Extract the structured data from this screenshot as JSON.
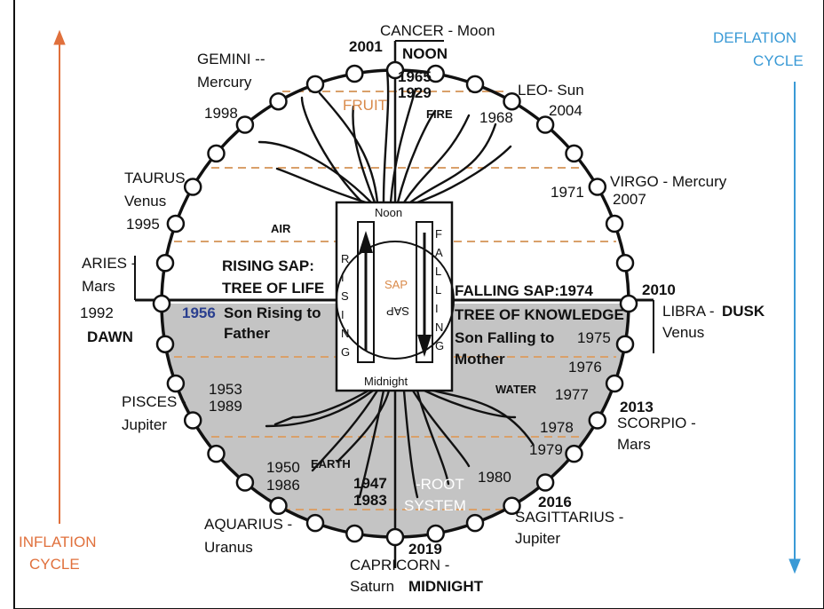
{
  "colors": {
    "inflation": "#e0703c",
    "deflation": "#3a9ad6",
    "shade": "#c4c4c4",
    "dash": "#d9a06a",
    "sap": "#d98a4a",
    "blue_year": "#2a3f8f"
  },
  "cycles": {
    "inflation_line1": "INFLATION",
    "inflation_line2": "CYCLE",
    "deflation_line1": "DEFLATION",
    "deflation_line2": "CYCLE"
  },
  "signs": {
    "cancer": "CANCER - Moon",
    "gemini_1": "GEMINI --",
    "gemini_2": "Mercury",
    "leo_1": "LEO- Sun",
    "leo_2": "2004",
    "taurus_1": "TAURUS -",
    "taurus_2": "Venus",
    "virgo_1": "VIRGO - Mercury",
    "virgo_2": "2007",
    "aries_1": "ARIES -",
    "aries_2": "Mars",
    "libra_1": "LIBRA -",
    "libra_2": "Venus",
    "pisces_1": "PISCES -",
    "pisces_2": "Jupiter",
    "scorpio_1": "SCORPIO -",
    "scorpio_2": "Mars",
    "aquarius_1": "AQUARIUS -",
    "aquarius_2": "Uranus",
    "sagittarius_1": "SAGITTARIUS -",
    "sagittarius_2": "Jupiter",
    "capricorn_1": "CAPRICORN -",
    "capricorn_2": "Saturn"
  },
  "times": {
    "noon": "NOON",
    "dusk": "DUSK",
    "midnight": "MIDNIGHT",
    "dawn": "DAWN"
  },
  "years": {
    "y2001": "2001",
    "y1965": "1965",
    "y1929": "1929",
    "y1998": "1998",
    "y1968": "1968",
    "y1995": "1995",
    "y1971": "1971",
    "y1992": "1992",
    "y1956": "1956",
    "y2010": "2010",
    "y1975": "1975",
    "y1976": "1976",
    "y1977": "1977",
    "y2013": "2013",
    "y1978": "1978",
    "y1979": "1979",
    "y1953": "1953",
    "y1989": "1989",
    "y1950": "1950",
    "y1986": "1986",
    "y1947": "1947",
    "y1983": "1983",
    "y1980": "1980",
    "y2016": "2016",
    "y2019": "2019"
  },
  "elements": {
    "fruit": "FRUIT",
    "fire": "FIRE",
    "air": "AIR",
    "water": "WATER",
    "earth": "EARTH",
    "root_1": "-ROOT",
    "root_2": "SYSTEM"
  },
  "center": {
    "noon": "Noon",
    "midnight": "Midnight",
    "sap": "SAP",
    "sap_mirror": "SAP",
    "rising": [
      "R",
      "I",
      "S",
      "I",
      "N",
      "G"
    ],
    "falling": [
      "F",
      "A",
      "L",
      "L",
      "I",
      "N",
      "G"
    ]
  },
  "captions": {
    "rising_1": "RISING SAP:",
    "rising_2": "TREE OF LIFE",
    "son_rising_1": "Son Rising to",
    "son_rising_2": "Father",
    "falling_1": "FALLING SAP:1974",
    "falling_2": "TREE OF KNOWLEDGE",
    "son_falling_1": "Son Falling to",
    "son_falling_2": "Mother"
  }
}
